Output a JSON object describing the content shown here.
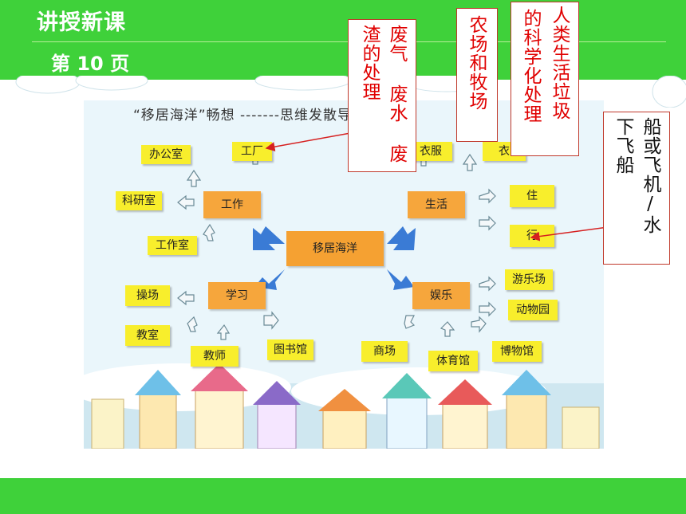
{
  "header": {
    "title": "讲授新课",
    "page_label": "第 10 页"
  },
  "mindmap": {
    "title": "“移居海洋”畅想  -------思维发散导图:",
    "center": "移居海洋",
    "work": {
      "label": "工作",
      "items": [
        "办公室",
        "工厂",
        "科研室",
        "工作室"
      ]
    },
    "life": {
      "label": "生活",
      "items": [
        "衣服",
        "衣",
        "住",
        "行"
      ]
    },
    "study": {
      "label": "学习",
      "items": [
        "操场",
        "教室",
        "教师",
        "图书馆"
      ]
    },
    "fun": {
      "label": "娱乐",
      "items": [
        "游乐场",
        "动物园",
        "博物馆",
        "体育馆",
        "商场"
      ]
    }
  },
  "notes": {
    "waste_col1": "废气 废水 废",
    "waste_col2": "渣的处理",
    "farm": "农场和牧场",
    "garbage_col1": "人类生活垃圾",
    "garbage_col2": "的科学化处理",
    "transport_col1": "船或飞机/水",
    "transport_col2": "下飞船"
  },
  "colors": {
    "green": "#3fd13a",
    "note_red": "#e00000",
    "yellow": "#f8ee2c",
    "orange": "#f6a63c"
  }
}
